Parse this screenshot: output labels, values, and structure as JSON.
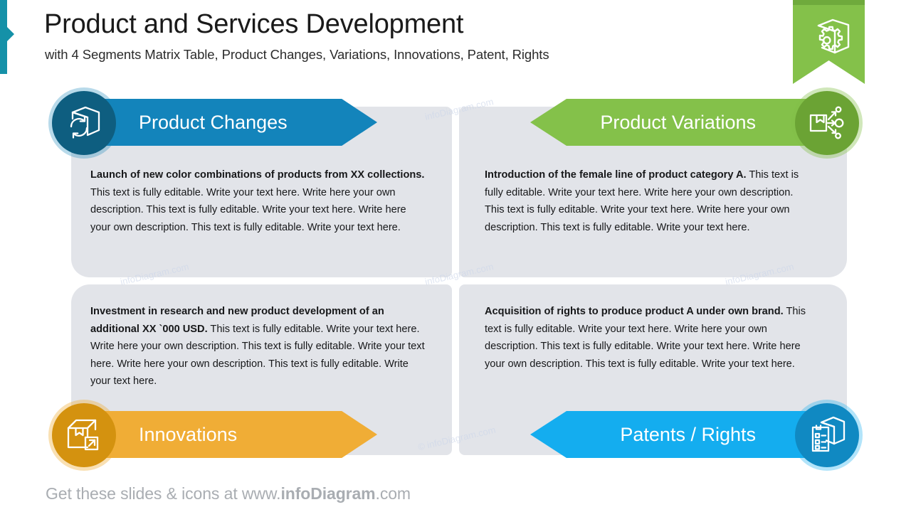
{
  "header": {
    "title": "Product and Services Development",
    "subtitle": "with 4 Segments Matrix Table, Product Changes, Variations, Innovations, Patent, Rights",
    "accent_color": "#1591a8",
    "ribbon": {
      "icon": "box-gear-icon",
      "color": "#84c14a",
      "cap_color": "#6faa3c"
    }
  },
  "quadrants": [
    {
      "id": "product-changes",
      "title": "Product Changes",
      "banner_color": "#1384bb",
      "circle_color": "#0e5e80",
      "icon": "box-refresh-icon",
      "direction": "right",
      "body_bold": "Launch of new color combinations of products from XX collections.",
      "body_rest": " This text is fully editable.  Write your text here. Write here your own description. This text is fully editable.  Write your text here. Write here your own description. This text is fully editable.  Write your text here."
    },
    {
      "id": "product-variations",
      "title": "Product Variations",
      "banner_color": "#84c14a",
      "circle_color": "#6ba334",
      "icon": "box-branching-arrows-icon",
      "direction": "left",
      "body_bold": "Introduction of the female line of product category A.",
      "body_rest": " This text is fully editable.  Write your text here. Write here your own description. This text is fully editable.  Write your text here. Write here your own description. This text is fully editable.  Write your text here."
    },
    {
      "id": "innovations",
      "title": "Innovations",
      "banner_color": "#f0ad36",
      "circle_color": "#d4920f",
      "icon": "box-arrow-out-icon",
      "direction": "right",
      "body_bold": "Investment in research and new product development of an additional XX `000 USD.",
      "body_rest": " This text is fully editable.  Write your text here. Write here your own description. This text is fully editable.  Write your text here. Write here your own description. This text is fully editable.  Write your text here."
    },
    {
      "id": "patents-rights",
      "title": "Patents / Rights",
      "banner_color": "#14adef",
      "circle_color": "#1089c2",
      "icon": "document-box-icon",
      "direction": "left",
      "body_bold": "Acquisition of rights to produce product A under own brand.",
      "body_rest": " This text is fully editable.  Write your text here. Write here your own description. This text is fully editable.  Write your text here. Write here your own description. This text is fully editable.  Write your text here."
    }
  ],
  "watermarks": {
    "plain": "infoDiagram.com",
    "copyright": "© infoDiagram.com"
  },
  "footer": {
    "prefix": "Get these slides & icons at www.",
    "brand": "infoDiagram",
    "suffix": ".com"
  }
}
